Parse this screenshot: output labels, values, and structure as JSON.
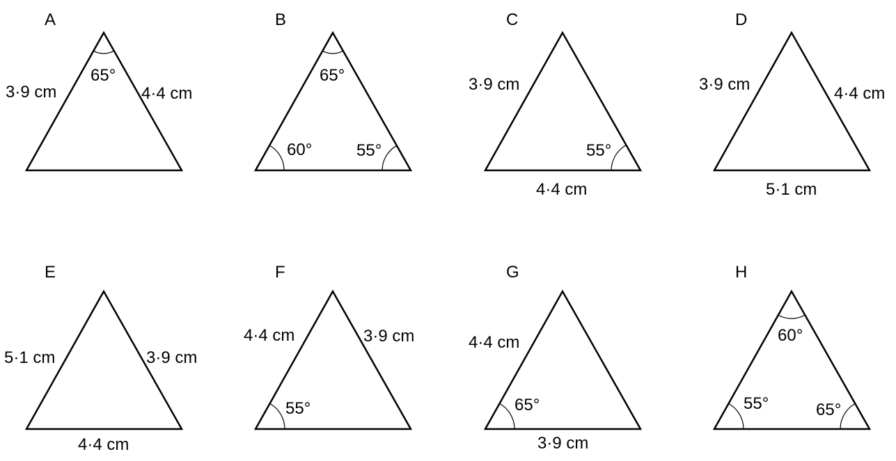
{
  "figures": [
    {
      "id": "A",
      "title": "A",
      "left_side": "3·9 cm",
      "right_side": "4·4 cm",
      "top_angle": "65°"
    },
    {
      "id": "B",
      "title": "B",
      "top_angle": "65°",
      "bottom_left_angle": "60°",
      "bottom_right_angle": "55°"
    },
    {
      "id": "C",
      "title": "C",
      "left_side": "3·9 cm",
      "bottom_right_angle": "55°",
      "base": "4·4 cm"
    },
    {
      "id": "D",
      "title": "D",
      "left_side": "3·9 cm",
      "right_side": "4·4 cm",
      "base": "5·1 cm"
    },
    {
      "id": "E",
      "title": "E",
      "left_side": "5·1 cm",
      "right_side": "3·9 cm",
      "base": "4·4 cm"
    },
    {
      "id": "F",
      "title": "F",
      "left_side": "4·4 cm",
      "right_side": "3·9 cm",
      "bottom_left_angle": "55°"
    },
    {
      "id": "G",
      "title": "G",
      "left_side": "4·4 cm",
      "bottom_left_angle": "65°",
      "base": "3·9 cm"
    },
    {
      "id": "H",
      "title": "H",
      "top_angle": "60°",
      "bottom_left_angle": "55°",
      "bottom_right_angle": "65°"
    }
  ]
}
